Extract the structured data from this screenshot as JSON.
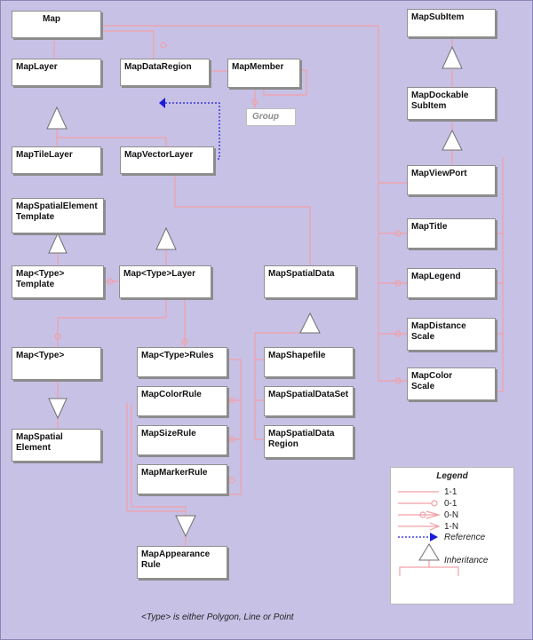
{
  "boxes": {
    "map": {
      "lines": [
        "Map"
      ]
    },
    "map_layer": {
      "lines": [
        "MapLayer"
      ]
    },
    "map_data_region": {
      "lines": [
        "MapDataRegion"
      ]
    },
    "map_member": {
      "lines": [
        "MapMember"
      ]
    },
    "map_tile_layer": {
      "lines": [
        "MapTileLayer"
      ]
    },
    "map_vector_layer": {
      "lines": [
        "MapVectorLayer"
      ]
    },
    "map_spatial_element_template": {
      "lines": [
        "MapSpatialElement",
        "Template"
      ]
    },
    "map_type_template": {
      "lines": [
        "Map<Type>",
        "Template"
      ]
    },
    "map_type_layer": {
      "lines": [
        "Map<Type>Layer"
      ]
    },
    "map_spatial_data": {
      "lines": [
        "MapSpatialData"
      ]
    },
    "map_type": {
      "lines": [
        "Map<Type>"
      ]
    },
    "map_type_rules": {
      "lines": [
        "Map<Type>Rules"
      ]
    },
    "map_shapefile": {
      "lines": [
        "MapShapefile"
      ]
    },
    "map_color_rule": {
      "lines": [
        "MapColorRule"
      ]
    },
    "map_spatial_data_set": {
      "lines": [
        "MapSpatialDataSet"
      ]
    },
    "map_size_rule": {
      "lines": [
        "MapSizeRule"
      ]
    },
    "map_spatial_data_region": {
      "lines": [
        "MapSpatialData",
        "Region"
      ]
    },
    "map_spatial_element": {
      "lines": [
        "MapSpatial",
        "Element"
      ]
    },
    "map_marker_rule": {
      "lines": [
        "MapMarkerRule"
      ]
    },
    "map_appearance_rule": {
      "lines": [
        "MapAppearance",
        "Rule"
      ]
    },
    "map_sub_item": {
      "lines": [
        "MapSubItem"
      ]
    },
    "map_dockable_sub_item": {
      "lines": [
        "MapDockable",
        "SubItem"
      ]
    },
    "map_view_port": {
      "lines": [
        "MapViewPort"
      ]
    },
    "map_title": {
      "lines": [
        "MapTitle"
      ]
    },
    "map_legend": {
      "lines": [
        "MapLegend"
      ]
    },
    "map_distance_scale": {
      "lines": [
        "MapDistance",
        "Scale"
      ]
    },
    "map_color_scale": {
      "lines": [
        "MapColor",
        "Scale"
      ]
    }
  },
  "group_label": "Group",
  "legend": {
    "title": "Legend",
    "one_to_one": "1-1",
    "zero_to_one": "0-1",
    "zero_to_n": "0-N",
    "one_to_n": "1-N",
    "reference": "Reference",
    "inheritance": "Inheritance"
  },
  "footnote": "<Type> is either Polygon, Line or Point",
  "colors": {
    "background": "#c7c1e6",
    "connector": "#f2a0a8",
    "reference": "#1c1cd8",
    "inheritance_stroke": "#707070"
  }
}
